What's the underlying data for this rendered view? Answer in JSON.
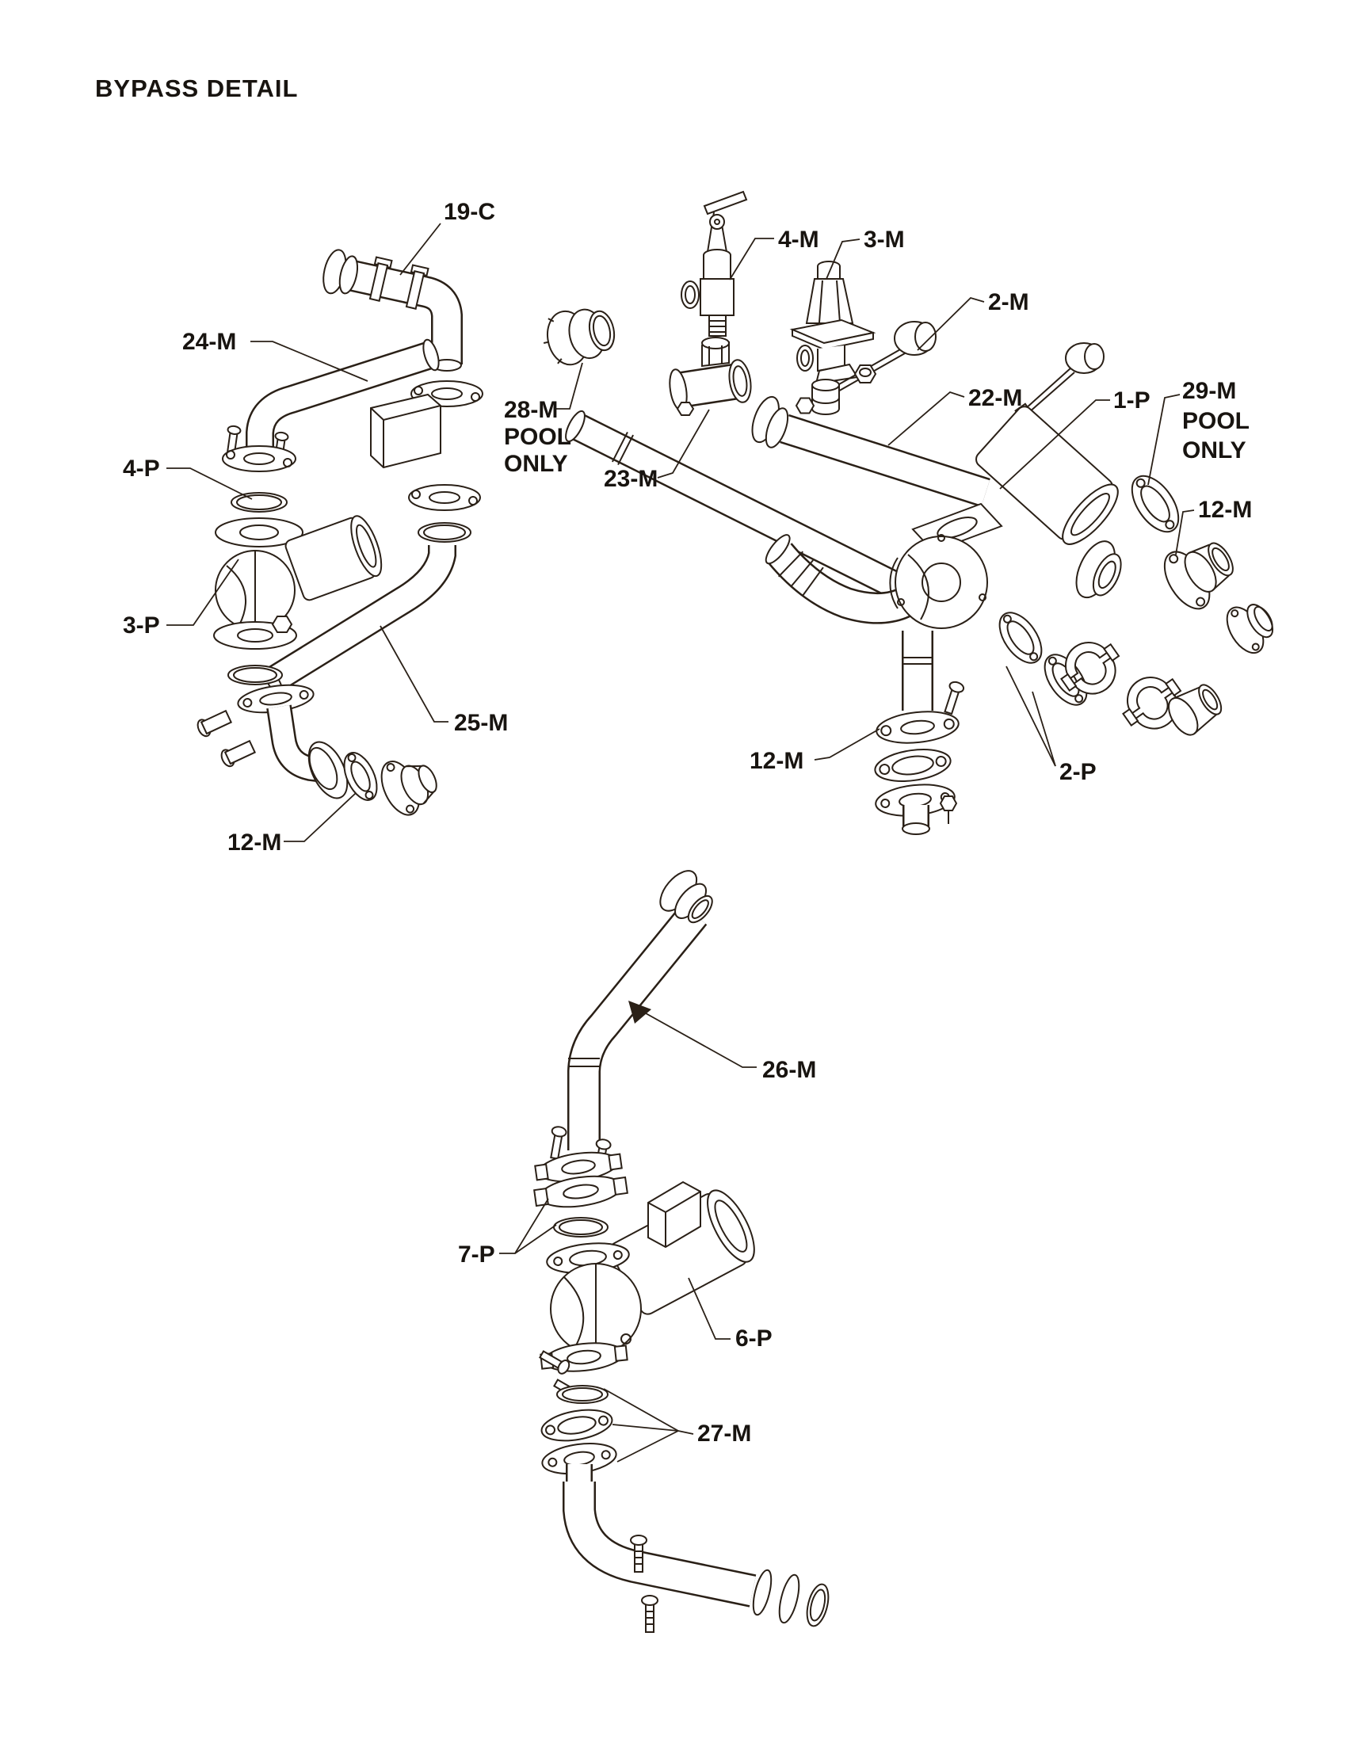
{
  "page": {
    "title": "BYPASS DETAIL"
  },
  "ink_color": "#2a2017",
  "labels": [
    {
      "part": "19-C"
    },
    {
      "part": "24-M"
    },
    {
      "part": "4-P"
    },
    {
      "part": "3-P"
    },
    {
      "part": "25-M"
    },
    {
      "part": "12-M"
    },
    {
      "part": "28-M",
      "note1": "POOL",
      "note2": "ONLY"
    },
    {
      "part": "23-M"
    },
    {
      "part": "4-M"
    },
    {
      "part": "3-M"
    },
    {
      "part": "2-M"
    },
    {
      "part": "22-M"
    },
    {
      "part": "1-P"
    },
    {
      "part": "29-M",
      "note1": "POOL",
      "note2": "ONLY"
    },
    {
      "part": "12-M"
    },
    {
      "part": "12-M"
    },
    {
      "part": "2-P"
    },
    {
      "part": "26-M"
    },
    {
      "part": "7-P"
    },
    {
      "part": "6-P"
    },
    {
      "part": "27-M"
    }
  ]
}
